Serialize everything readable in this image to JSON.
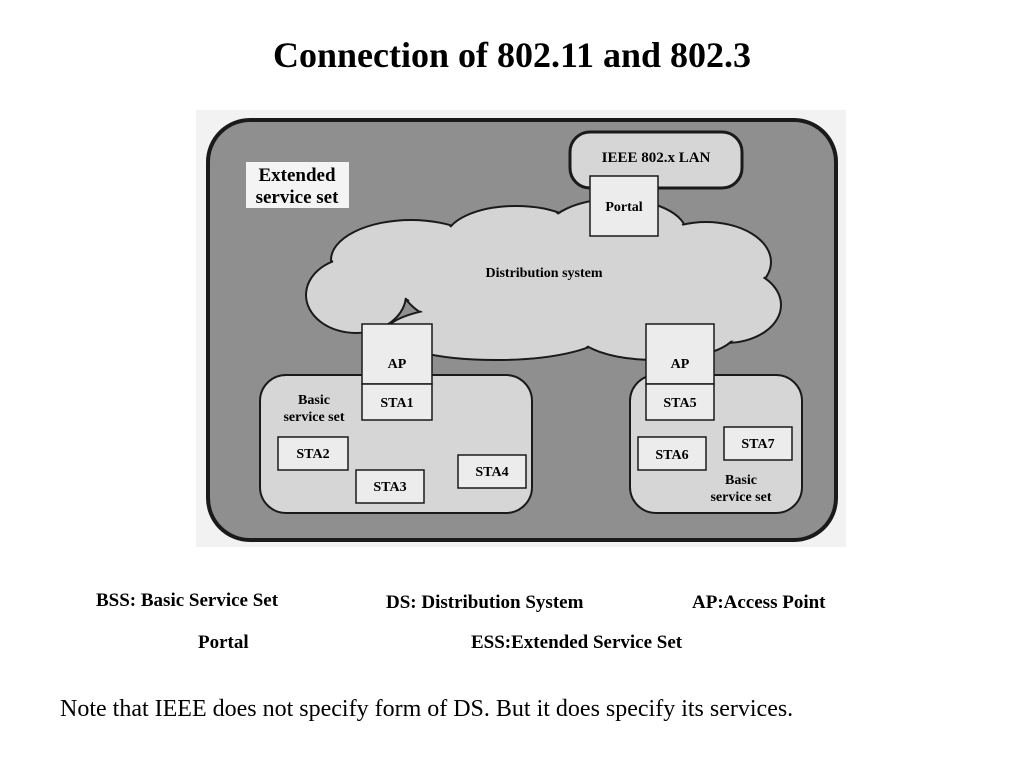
{
  "title": "Connection of 802.11 and 802.3",
  "diagram": {
    "ess_label": [
      "Extended",
      "service set"
    ],
    "lan_label": "IEEE 802.x LAN",
    "portal_label": "Portal",
    "ds_label": "Distribution system",
    "ap_left": "AP",
    "ap_right": "AP",
    "bss_left_label": [
      "Basic",
      "service set"
    ],
    "bss_right_label": [
      "Basic",
      "service set"
    ],
    "sta1": "STA1",
    "sta2": "STA2",
    "sta3": "STA3",
    "sta4": "STA4",
    "sta5": "STA5",
    "sta6": "STA6",
    "sta7": "STA7"
  },
  "legend": {
    "bss": "BSS: Basic Service Set",
    "ds": "DS: Distribution System",
    "ap": "AP:Access Point",
    "portal": "Portal",
    "ess": "ESS:Extended Service Set"
  },
  "note": "Note that IEEE does not specify form of DS. But it does specify its services."
}
